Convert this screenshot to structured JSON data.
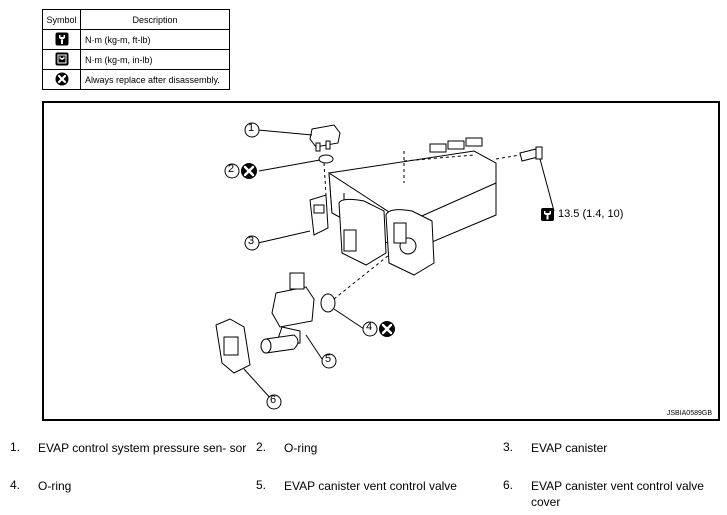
{
  "legend": {
    "headers": {
      "symbol": "Symbol",
      "description": "Description"
    },
    "rows": [
      {
        "icon": "torque-wrench-icon",
        "description": "N·m (kg-m, ft-lb)"
      },
      {
        "icon": "torque-wrench-inlb-icon",
        "description": "N·m (kg-m, in-lb)"
      },
      {
        "icon": "replace-x-icon",
        "description": "Always replace after disassembly."
      }
    ]
  },
  "diagram": {
    "torque_spec": "13.5 (1.4, 10)",
    "reference_code": "JSBIA0589GB",
    "callouts": [
      "1",
      "2",
      "3",
      "4",
      "5",
      "6"
    ]
  },
  "parts": [
    {
      "number": "1.",
      "name": "EVAP control system pressure sen- sor"
    },
    {
      "number": "2.",
      "name": "O-ring"
    },
    {
      "number": "3.",
      "name": "EVAP canister"
    },
    {
      "number": "4.",
      "name": "O-ring"
    },
    {
      "number": "5.",
      "name": "EVAP canister vent control valve"
    },
    {
      "number": "6.",
      "name": "EVAP canister vent control valve cover"
    }
  ]
}
